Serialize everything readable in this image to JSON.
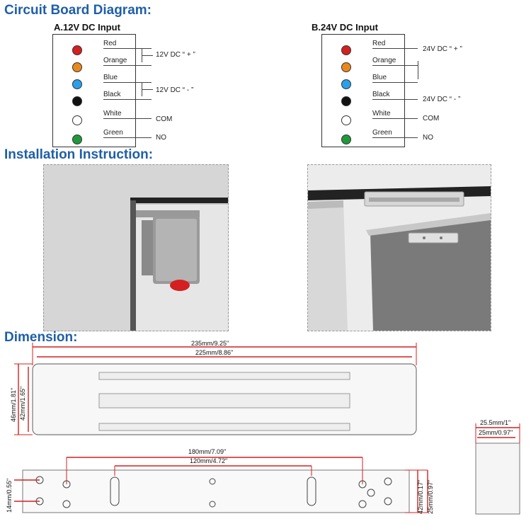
{
  "sections": {
    "circuit": "Circuit Board Diagram:",
    "installation": "Installation Instruction:",
    "dimension": "Dimension:"
  },
  "diagram_a": {
    "title": "A.12V DC Input",
    "wires": [
      {
        "label": "Red",
        "color": "#d42020"
      },
      {
        "label": "Orange",
        "color": "#e8891e"
      },
      {
        "label": "Blue",
        "color": "#2aa0e8"
      },
      {
        "label": "Black",
        "color": "#111111"
      },
      {
        "label": "White",
        "color": "#ffffff"
      },
      {
        "label": "Green",
        "color": "#1f9a3a"
      }
    ],
    "connections": [
      "12V DC “ + ”",
      "12V DC “ - ”",
      "COM",
      "NO"
    ]
  },
  "diagram_b": {
    "title": "B.24V DC Input",
    "wires": [
      {
        "label": "Red",
        "color": "#d42020"
      },
      {
        "label": "Orange",
        "color": "#e8891e"
      },
      {
        "label": "Blue",
        "color": "#2aa0e8"
      },
      {
        "label": "Black",
        "color": "#111111"
      },
      {
        "label": "White",
        "color": "#ffffff"
      },
      {
        "label": "Green",
        "color": "#1f9a3a"
      }
    ],
    "connections": [
      "24V DC “ + ”",
      "24V DC “ - ”",
      "COM",
      "NO"
    ]
  },
  "dimensions": {
    "total_length": "235mm/9.25\"",
    "inner_length": "225mm/8.86\"",
    "height_outer": "46mm/1.81\"",
    "height_inner": "42mm/1.65\"",
    "hole_span_outer": "180mm/7.09\"",
    "hole_span_inner": "120mm/4.72\"",
    "hole_offset": "14mm/0.55\"",
    "plate_height_a": "42mm/0.17\"",
    "plate_height_b": "25mm/0.97\"",
    "side_width_outer": "25.5mm/1\"",
    "side_width_inner": "25mm/0.97\""
  }
}
